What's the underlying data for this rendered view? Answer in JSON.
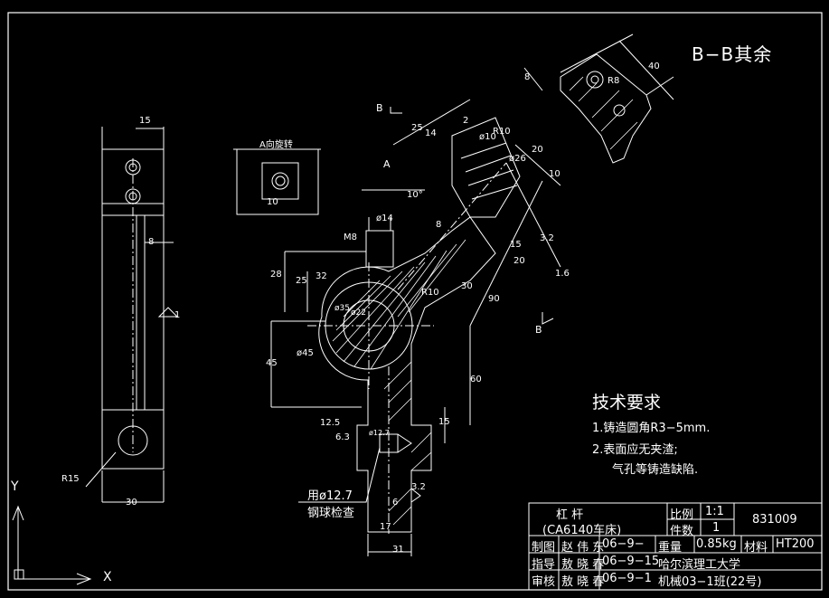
{
  "section_title": "B−B其余",
  "tech_requirements": {
    "heading": "技术要求",
    "items": [
      "1.铸造圆角R3−5mm.",
      "2.表面应无夹渣;",
      "气孔等铸造缺陷."
    ]
  },
  "view_label": "A向旋转",
  "axis": {
    "y": "Y",
    "x": "X"
  },
  "section_marks": {
    "b_top": "B",
    "b_bottom": "B",
    "a_arrow": "A"
  },
  "ball_note": [
    "用ø12.7",
    "钢球检查"
  ],
  "dimensions": {
    "left": [
      "15",
      "8",
      "R15",
      "30",
      "1"
    ],
    "detail": [
      "10"
    ],
    "main": [
      "25",
      "14",
      "2",
      "ø10",
      "R10",
      "20",
      "ø26",
      "10",
      "10°",
      "ø14",
      "8",
      "M8",
      "15",
      "20",
      "3.2",
      "1.6",
      "32",
      "28",
      "25",
      "R10",
      "30",
      "90",
      "ø35",
      "ø22",
      "ø45",
      "45",
      "60",
      "12.5",
      "15",
      "6.3",
      "ø12.7",
      "6",
      "17",
      "31",
      "3.2"
    ],
    "section_view": [
      "8",
      "40",
      "R8"
    ]
  },
  "title_block": {
    "part_name": "杠 杆",
    "machine": "(CA6140车床)",
    "scale_label": "比例",
    "scale_value": "1:1",
    "qty_label": "件数",
    "qty_value": "1",
    "drawing_no": "831009",
    "rows": [
      {
        "role": "制图",
        "name": "赵 伟 东",
        "date": "06−9−",
        "c1": "重量",
        "c2": "0.85kg",
        "c3": "材料",
        "c4": "HT200"
      },
      {
        "role": "指导",
        "name": "敖 晓 春",
        "date": "06−9−15",
        "c1": "哈尔滨理工大学",
        "c2": "",
        "c3": "",
        "c4": ""
      },
      {
        "role": "审核",
        "name": "敖 晓 春",
        "date": "06−9−1",
        "c1": "机械03−1班(22号)",
        "c2": "",
        "c3": "",
        "c4": ""
      }
    ]
  }
}
